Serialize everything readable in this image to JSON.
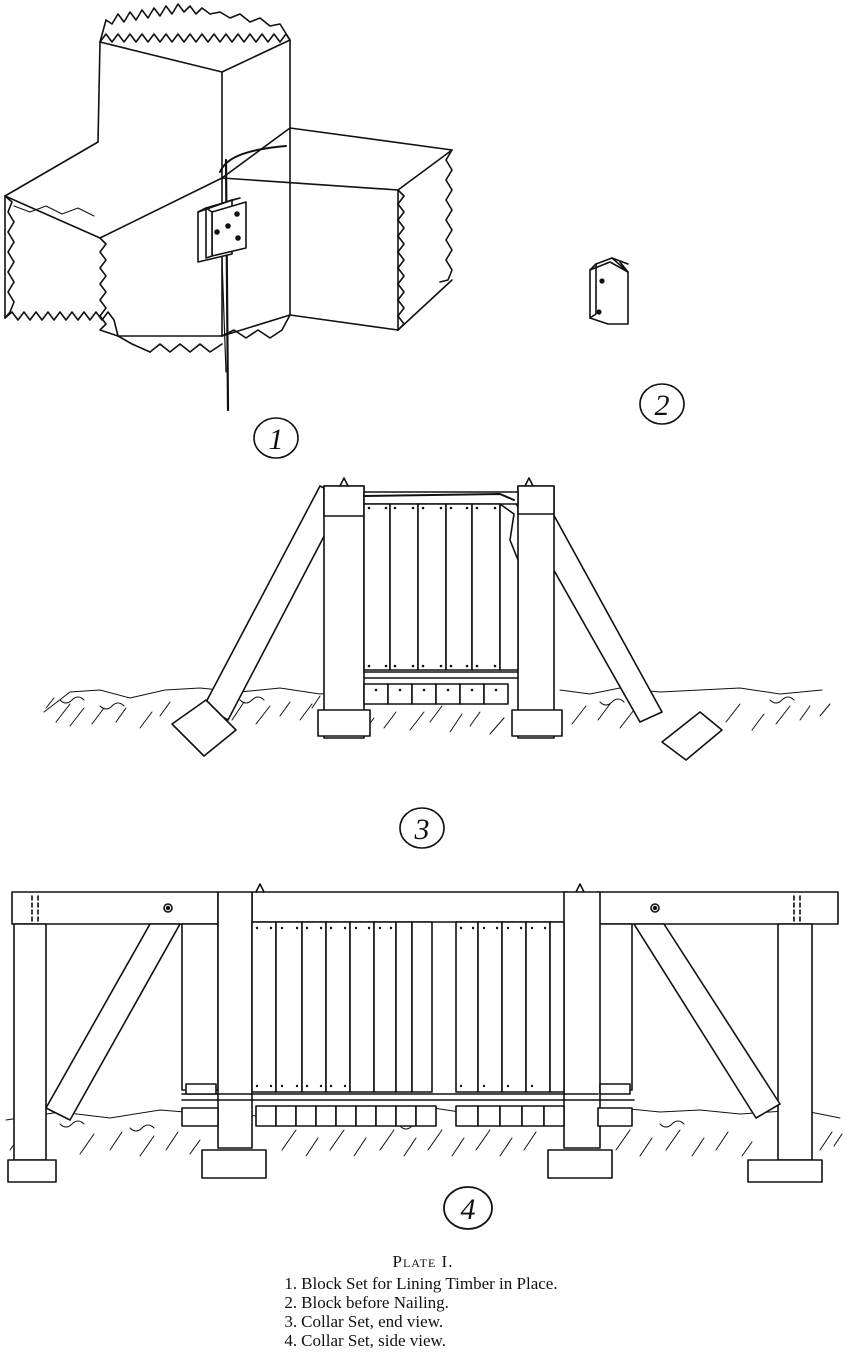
{
  "plate": {
    "title": "Plate I.",
    "figure_numbers": [
      "1",
      "2",
      "3",
      "4"
    ],
    "captions": [
      {
        "num": "1.",
        "text": "Block Set for Lining Timber in Place."
      },
      {
        "num": "2.",
        "text": "Block before Nailing."
      },
      {
        "num": "3.",
        "text": "Collar Set, end view."
      },
      {
        "num": "4.",
        "text": "Collar Set, side view."
      }
    ]
  }
}
